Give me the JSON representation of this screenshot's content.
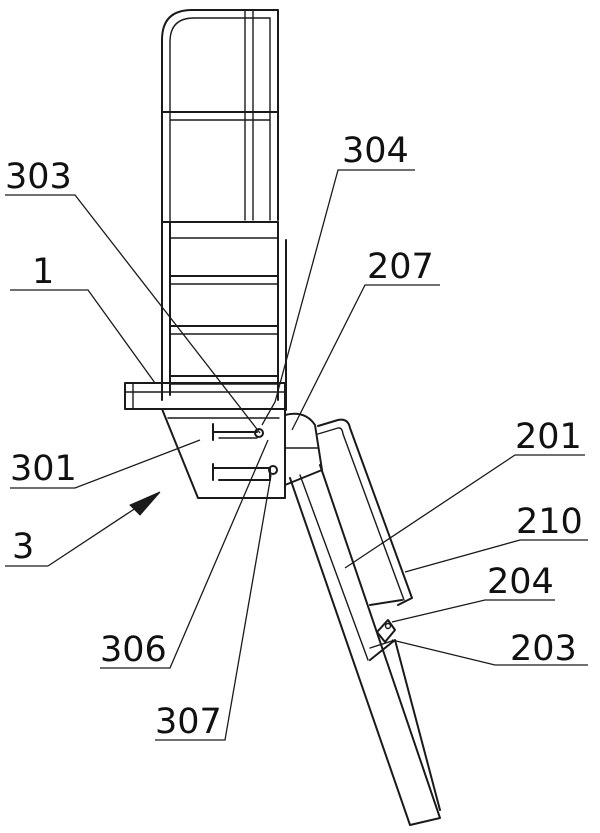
{
  "labels": {
    "l1": "1",
    "l3": "3",
    "l201": "201",
    "l203": "203",
    "l204": "204",
    "l207": "207",
    "l210": "210",
    "l301": "301",
    "l303": "303",
    "l304": "304",
    "l306": "306",
    "l307": "307"
  },
  "colors": {
    "ink": "#1a1a1a",
    "background": "#ffffff"
  }
}
